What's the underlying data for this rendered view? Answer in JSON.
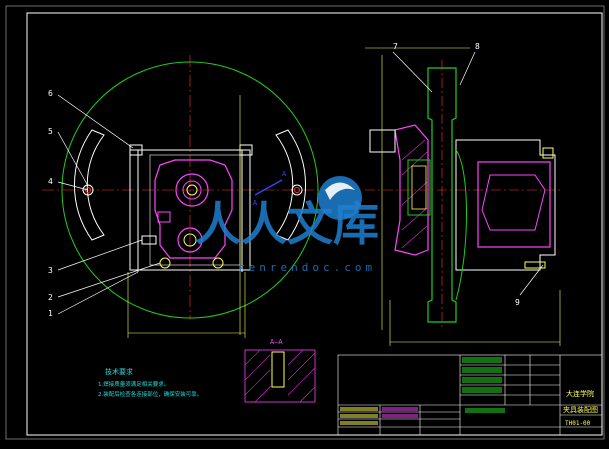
{
  "drawing": {
    "background": "#000000",
    "colors": {
      "frame": "#ffffff",
      "outline": "#ffffff",
      "circle": "#22cc22",
      "dimension": "#ffff55",
      "centerline": "#ff3333",
      "part": "#ff44ff",
      "hatch": "#cc33cc",
      "blue_cut": "#3344ff",
      "cyan": "#22dddd"
    },
    "callouts": [
      "6",
      "5",
      "4",
      "3",
      "2",
      "1",
      "7",
      "8",
      "9"
    ],
    "section_view": {
      "title": "A—A"
    },
    "cut_marks": [
      "A",
      "A"
    ],
    "notes": {
      "heading": "技术要求",
      "lines": [
        "1.焊接质量须满足相关要求。",
        "2.装配后检查各连接部位，确保安装可靠。"
      ]
    },
    "title_block": {
      "school": "大连学院",
      "drawing_name": "夹具装配图",
      "drawing_no": "TH01-00"
    },
    "watermark": {
      "brand": "人人文库",
      "url": "renrendoc.com"
    }
  }
}
